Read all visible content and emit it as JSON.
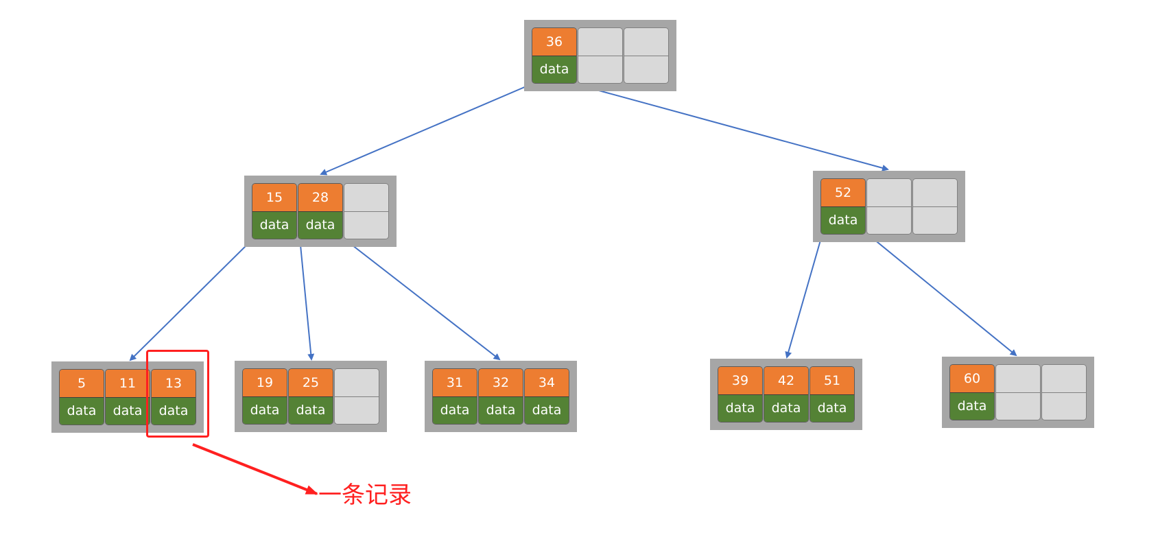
{
  "colors": {
    "key": "#ed7d31",
    "data": "#548235",
    "empty": "#d9d9d9",
    "node_frame": "#a6a6a6",
    "edge": "#4472c4",
    "callout": "#ff2020"
  },
  "nodes": {
    "root": {
      "cells": [
        {
          "key": "36",
          "val": "data"
        },
        {},
        {}
      ]
    },
    "mid_left": {
      "cells": [
        {
          "key": "15",
          "val": "data"
        },
        {
          "key": "28",
          "val": "data"
        },
        {}
      ]
    },
    "mid_right": {
      "cells": [
        {
          "key": "52",
          "val": "data"
        },
        {},
        {}
      ]
    },
    "leaf1": {
      "cells": [
        {
          "key": "5",
          "val": "data"
        },
        {
          "key": "11",
          "val": "data"
        },
        {
          "key": "13",
          "val": "data"
        }
      ]
    },
    "leaf2": {
      "cells": [
        {
          "key": "19",
          "val": "data"
        },
        {
          "key": "25",
          "val": "data"
        },
        {}
      ]
    },
    "leaf3": {
      "cells": [
        {
          "key": "31",
          "val": "data"
        },
        {
          "key": "32",
          "val": "data"
        },
        {
          "key": "34",
          "val": "data"
        }
      ]
    },
    "leaf4": {
      "cells": [
        {
          "key": "39",
          "val": "data"
        },
        {
          "key": "42",
          "val": "data"
        },
        {
          "key": "51",
          "val": "data"
        }
      ]
    },
    "leaf5": {
      "cells": [
        {
          "key": "60",
          "val": "data"
        },
        {},
        {}
      ]
    }
  },
  "callout": {
    "text": "一条记录"
  }
}
